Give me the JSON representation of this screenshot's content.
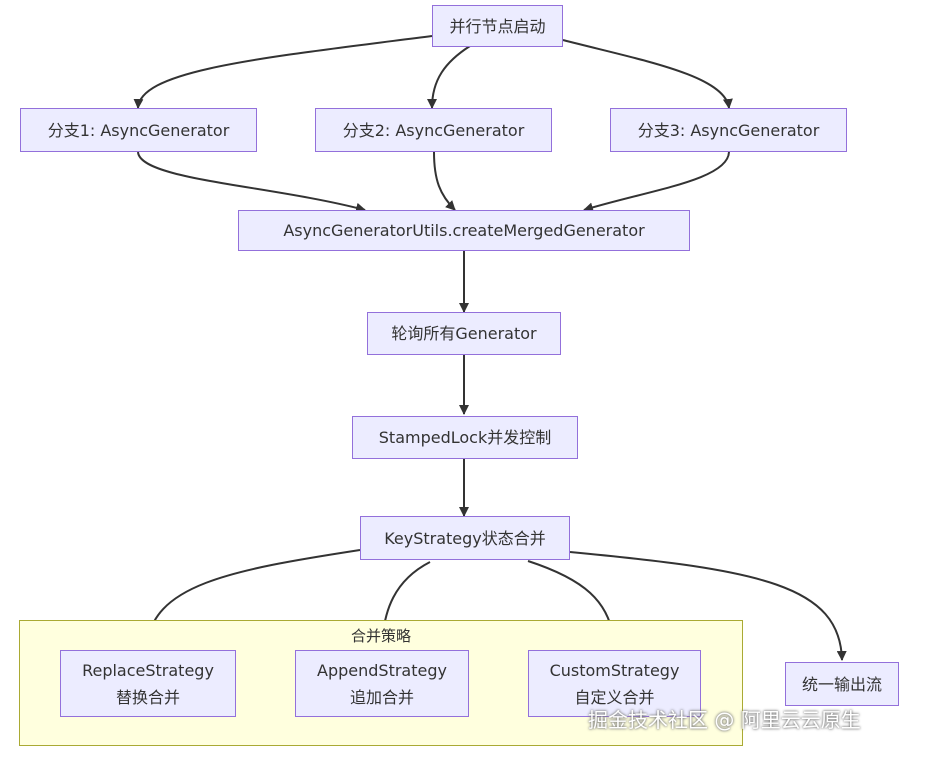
{
  "nodes": {
    "start": "并行节点启动",
    "branch1": "分支1: AsyncGenerator",
    "branch2": "分支2: AsyncGenerator",
    "branch3": "分支3: AsyncGenerator",
    "merge": "AsyncGeneratorUtils.createMergedGenerator",
    "poll": "轮询所有Generator",
    "lock": "StampedLock并发控制",
    "strategy": "KeyStrategy状态合并",
    "replace": {
      "line1": "ReplaceStrategy",
      "line2": "替换合并"
    },
    "append": {
      "line1": "AppendStrategy",
      "line2": "追加合并"
    },
    "custom": {
      "line1": "CustomStrategy",
      "line2": "自定义合并"
    },
    "output": "统一输出流"
  },
  "cluster": {
    "label": "合并策略"
  },
  "watermark": "掘金技术社区 @ 阿里云云原生",
  "colors": {
    "node_fill": "#ececff",
    "node_border": "#9370db",
    "cluster_fill": "#ffffde",
    "cluster_border": "#aaaa33",
    "edge": "#333333",
    "text": "#333333"
  }
}
